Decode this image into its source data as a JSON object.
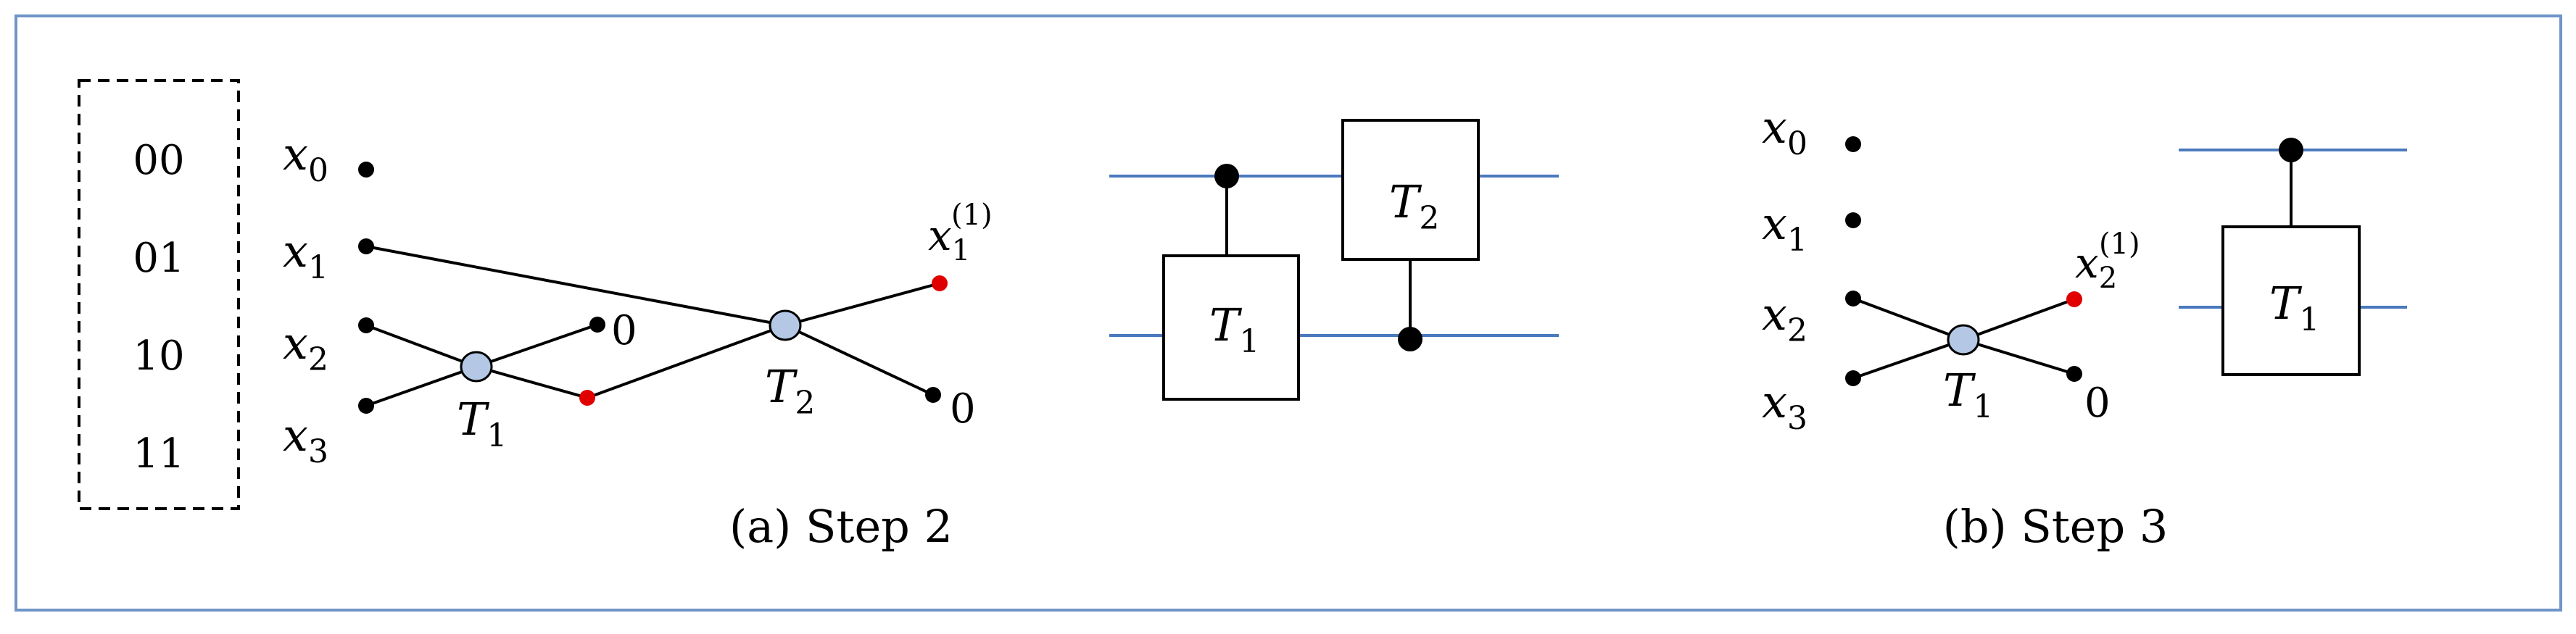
{
  "colors": {
    "frame": "#6f95c8",
    "wire": "#4a79bd",
    "node_fill": "#b4c8e6",
    "red_dot": "#e00000",
    "black": "#000000"
  },
  "binary_list": [
    "00",
    "01",
    "10",
    "11"
  ],
  "panel_a": {
    "caption": "(a) Step 2",
    "inputs": [
      {
        "base": "x",
        "sub": "0"
      },
      {
        "base": "x",
        "sub": "1"
      },
      {
        "base": "x",
        "sub": "2"
      },
      {
        "base": "x",
        "sub": "3"
      }
    ],
    "nodes": [
      {
        "base": "T",
        "sub": "1"
      },
      {
        "base": "T",
        "sub": "2"
      }
    ],
    "zero_labels": [
      "0",
      "0"
    ],
    "output": {
      "base": "x",
      "sub": "1",
      "sup": "(1)"
    },
    "gates": [
      {
        "base": "T",
        "sub": "1"
      },
      {
        "base": "T",
        "sub": "2"
      }
    ]
  },
  "panel_b": {
    "caption": "(b) Step 3",
    "inputs": [
      {
        "base": "x",
        "sub": "0"
      },
      {
        "base": "x",
        "sub": "1"
      },
      {
        "base": "x",
        "sub": "2"
      },
      {
        "base": "x",
        "sub": "3"
      }
    ],
    "node": {
      "base": "T",
      "sub": "1"
    },
    "zero_label": "0",
    "output": {
      "base": "x",
      "sub": "2",
      "sup": "(1)"
    },
    "gate": {
      "base": "T",
      "sub": "1"
    }
  }
}
